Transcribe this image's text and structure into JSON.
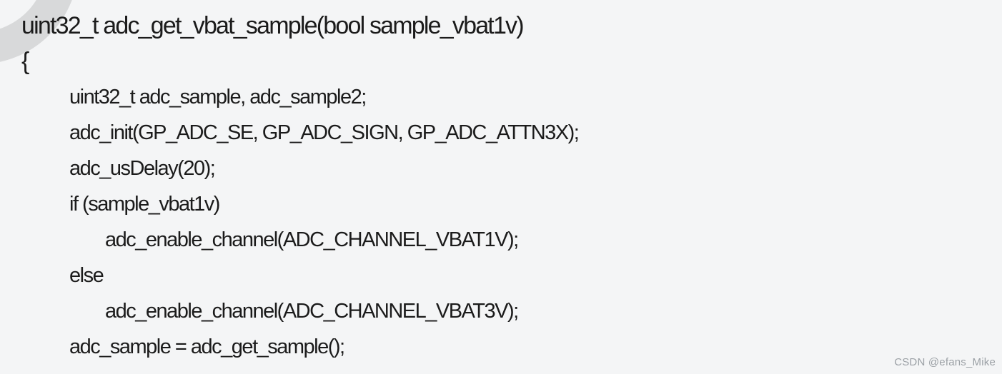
{
  "colors": {
    "bg": "#f4f5f6",
    "fg": "#1b1b1b",
    "ring": "#d8d9da",
    "credit": "#9ba0a5"
  },
  "watermark": {
    "credit": "CSDN @efans_Mike"
  },
  "code": {
    "lines": [
      {
        "indent": 0,
        "text": "uint32_t adc_get_vbat_sample(bool sample_vbat1v)"
      },
      {
        "indent": 0,
        "text": "{"
      },
      {
        "indent": 1,
        "text": "uint32_t adc_sample, adc_sample2;"
      },
      {
        "indent": 1,
        "text": "adc_init(GP_ADC_SE, GP_ADC_SIGN, GP_ADC_ATTN3X);"
      },
      {
        "indent": 1,
        "text": "adc_usDelay(20);"
      },
      {
        "indent": 1,
        "text": "if (sample_vbat1v)"
      },
      {
        "indent": 2,
        "text": "adc_enable_channel(ADC_CHANNEL_VBAT1V);"
      },
      {
        "indent": 1,
        "text": "else"
      },
      {
        "indent": 2,
        "text": "adc_enable_channel(ADC_CHANNEL_VBAT3V);"
      },
      {
        "indent": 1,
        "text": "adc_sample = adc_get_sample();"
      }
    ]
  }
}
